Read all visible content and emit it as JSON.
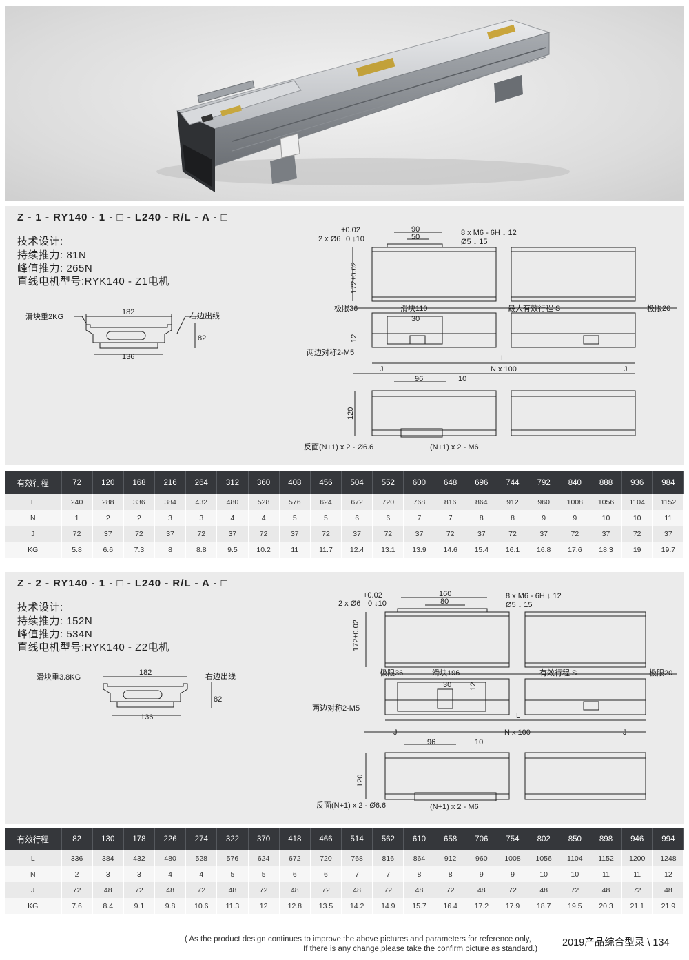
{
  "sections": [
    {
      "model_code": "Z - 1 - RY140 - 1 - □ - L240 - R/L - A - □",
      "spec_title": "技术设计:",
      "spec_continuous": "持续推力: 81N",
      "spec_peak": "峰值推力: 265N",
      "spec_motor": "直线电机型号:RYK140 - Z1电机",
      "labels": {
        "slider_weight": "滑块重2KG",
        "right_outlet": "右边出线",
        "dim_182": "182",
        "dim_82": "82",
        "dim_136": "136",
        "tol_plus": "+0.02",
        "hole_2x6": "2 x Ø6",
        "tol_zero_10": "0 ↓10",
        "dim_90": "90",
        "dim_50": "50",
        "thread_8x": "8 x M6 - 6H ↓ 12",
        "thread_5": "Ø5 ↓ 15",
        "height_172": "172±0.02",
        "limit_36": "极限36",
        "slider_len": "滑块110",
        "max_stroke": "最大有效行程 S",
        "limit_20": "极限20",
        "dim_30": "30",
        "dim_12": "12",
        "both_sides": "两边对称2-M5",
        "len_L": "L",
        "J_left": "J",
        "N_x_100": "N x 100",
        "J_right": "J",
        "dim_96": "96",
        "dim_10": "10",
        "dim_120": "120",
        "back_holes": "反面(N+1) x 2 - Ø6.6",
        "m6_holes": "(N+1) x 2 - M6"
      }
    },
    {
      "model_code": "Z - 2 - RY140 - 1 - □ - L240 - R/L - A - □",
      "spec_title": "技术设计:",
      "spec_continuous": "持续推力: 152N",
      "spec_peak": "峰值推力: 534N",
      "spec_motor": "直线电机型号:RYK140 - Z2电机",
      "labels": {
        "slider_weight": "滑块重3.8KG",
        "right_outlet": "右边出线",
        "dim_182": "182",
        "dim_82": "82",
        "dim_136": "136",
        "tol_plus": "+0.02",
        "hole_2x6": "2 x Ø6",
        "tol_zero_10": "0 ↓10",
        "dim_90": "160",
        "dim_50": "80",
        "thread_8x": "8 x M6 - 6H ↓ 12",
        "thread_5": "Ø5 ↓ 15",
        "height_172": "172±0.02",
        "limit_36": "极限36",
        "slider_len": "滑块196",
        "max_stroke": "有效行程 S",
        "limit_20": "极限20",
        "dim_30": "30",
        "dim_12": "12",
        "both_sides": "两边对称2-M5",
        "len_L": "L",
        "J_left": "J",
        "N_x_100": "N x 100",
        "J_right": "J",
        "dim_96": "96",
        "dim_10": "10",
        "dim_120": "120",
        "back_holes": "反面(N+1) x 2 - Ø6.6",
        "m6_holes": "(N+1) x 2 - M6"
      }
    }
  ],
  "tables": [
    {
      "header_label": "有效行程",
      "strokes": [
        "72",
        "120",
        "168",
        "216",
        "264",
        "312",
        "360",
        "408",
        "456",
        "504",
        "552",
        "600",
        "648",
        "696",
        "744",
        "792",
        "840",
        "888",
        "936",
        "984"
      ],
      "rows": [
        {
          "label": "L",
          "values": [
            "240",
            "288",
            "336",
            "384",
            "432",
            "480",
            "528",
            "576",
            "624",
            "672",
            "720",
            "768",
            "816",
            "864",
            "912",
            "960",
            "1008",
            "1056",
            "1104",
            "1152"
          ]
        },
        {
          "label": "N",
          "values": [
            "1",
            "2",
            "2",
            "3",
            "3",
            "4",
            "4",
            "5",
            "5",
            "6",
            "6",
            "7",
            "7",
            "8",
            "8",
            "9",
            "9",
            "10",
            "10",
            "11"
          ]
        },
        {
          "label": "J",
          "values": [
            "72",
            "37",
            "72",
            "37",
            "72",
            "37",
            "72",
            "37",
            "72",
            "37",
            "72",
            "37",
            "72",
            "37",
            "72",
            "37",
            "72",
            "37",
            "72",
            "37"
          ]
        },
        {
          "label": "KG",
          "values": [
            "5.8",
            "6.6",
            "7.3",
            "8",
            "8.8",
            "9.5",
            "10.2",
            "11",
            "11.7",
            "12.4",
            "13.1",
            "13.9",
            "14.6",
            "15.4",
            "16.1",
            "16.8",
            "17.6",
            "18.3",
            "19",
            "19.7"
          ]
        }
      ]
    },
    {
      "header_label": "有效行程",
      "strokes": [
        "82",
        "130",
        "178",
        "226",
        "274",
        "322",
        "370",
        "418",
        "466",
        "514",
        "562",
        "610",
        "658",
        "706",
        "754",
        "802",
        "850",
        "898",
        "946",
        "994"
      ],
      "rows": [
        {
          "label": "L",
          "values": [
            "336",
            "384",
            "432",
            "480",
            "528",
            "576",
            "624",
            "672",
            "720",
            "768",
            "816",
            "864",
            "912",
            "960",
            "1008",
            "1056",
            "1104",
            "1152",
            "1200",
            "1248"
          ]
        },
        {
          "label": "N",
          "values": [
            "2",
            "3",
            "3",
            "4",
            "4",
            "5",
            "5",
            "6",
            "6",
            "7",
            "7",
            "8",
            "8",
            "9",
            "9",
            "10",
            "10",
            "11",
            "11",
            "12"
          ]
        },
        {
          "label": "J",
          "values": [
            "72",
            "48",
            "72",
            "48",
            "72",
            "48",
            "72",
            "48",
            "72",
            "48",
            "72",
            "48",
            "72",
            "48",
            "72",
            "48",
            "72",
            "48",
            "72",
            "48"
          ]
        },
        {
          "label": "KG",
          "values": [
            "7.6",
            "8.4",
            "9.1",
            "9.8",
            "10.6",
            "11.3",
            "12",
            "12.8",
            "13.5",
            "14.2",
            "14.9",
            "15.7",
            "16.4",
            "17.2",
            "17.9",
            "18.7",
            "19.5",
            "20.3",
            "21.1",
            "21.9"
          ]
        }
      ]
    }
  ],
  "footer": {
    "note_line1": "( As the product design continues to improve,the above pictures and parameters for reference only,",
    "note_line2": "If there is any change,please take the confirm picture as standard.)",
    "page_label": "2019产品综合型录 \\ 134"
  }
}
